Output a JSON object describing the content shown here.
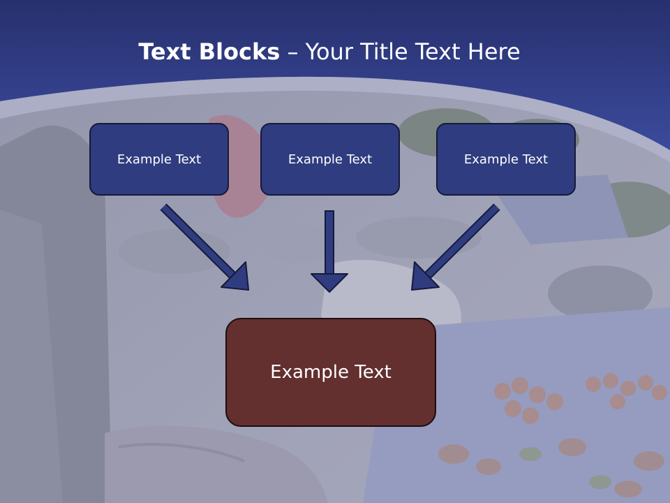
{
  "slide": {
    "title_bold": "Text Blocks",
    "title_dash": "–",
    "title_rest": "Your Title Text Here",
    "blocks": [
      {
        "label": "Example Text"
      },
      {
        "label": "Example Text"
      },
      {
        "label": "Example Text"
      }
    ],
    "target": {
      "label": "Example Text"
    },
    "colors": {
      "header": "#2f3c80",
      "block_fill": "#2f3c80",
      "target_fill": "#632f2f",
      "arrow": "#2f3c80"
    }
  }
}
